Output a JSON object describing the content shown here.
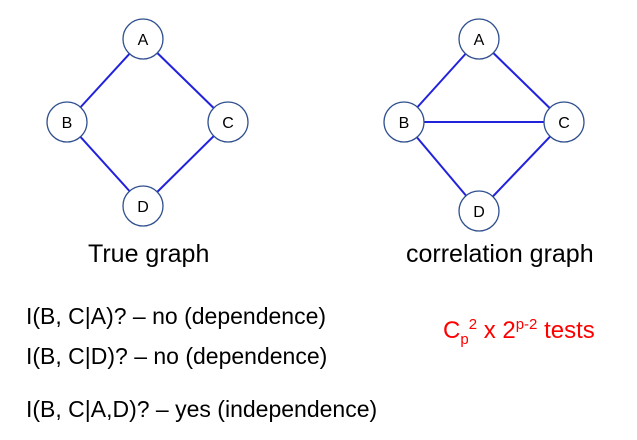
{
  "true_graph": {
    "caption": "True graph",
    "nodes": [
      {
        "id": "A",
        "label": "A"
      },
      {
        "id": "B",
        "label": "B"
      },
      {
        "id": "C",
        "label": "C"
      },
      {
        "id": "D",
        "label": "D"
      }
    ],
    "edges": [
      [
        "A",
        "B"
      ],
      [
        "A",
        "C"
      ],
      [
        "B",
        "D"
      ],
      [
        "C",
        "D"
      ]
    ]
  },
  "correlation_graph": {
    "caption": "correlation graph",
    "nodes": [
      {
        "id": "A",
        "label": "A"
      },
      {
        "id": "B",
        "label": "B"
      },
      {
        "id": "C",
        "label": "C"
      },
      {
        "id": "D",
        "label": "D"
      }
    ],
    "edges": [
      [
        "A",
        "B"
      ],
      [
        "A",
        "C"
      ],
      [
        "B",
        "C"
      ],
      [
        "B",
        "D"
      ],
      [
        "C",
        "D"
      ]
    ]
  },
  "tests": [
    "I(B, C|A)? – no (dependence)",
    "I(B, C|D)? – no (dependence)",
    "I(B, C|A,D)? – yes (independence)"
  ],
  "formula": {
    "base": "C",
    "sub": "p",
    "sup1": "2",
    "middle": " x 2",
    "sup2": "p-2",
    "end": " tests"
  },
  "colors": {
    "edge": "#2222dd",
    "node_border": "#2f4f8f",
    "formula": "#ff0000"
  }
}
